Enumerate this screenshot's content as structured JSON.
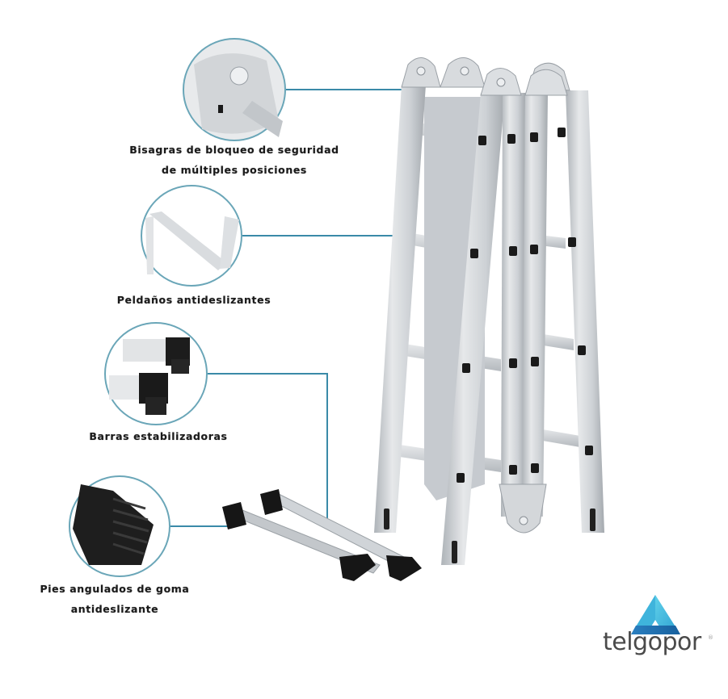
{
  "product": {
    "name": "Aluminum multi-position folding ladder",
    "material_color": "#c8ccd0"
  },
  "callouts": [
    {
      "id": "hinges",
      "label_line1": "Bisagras de bloqueo de seguridad",
      "label_line2": "de múltiples posiciones",
      "detail": "locking-hinge"
    },
    {
      "id": "rungs",
      "label_line1": "Peldaños antideslizantes",
      "detail": "rung"
    },
    {
      "id": "stabilizers",
      "label_line1": "Barras estabilizadoras",
      "detail": "stabilizer-bar-end-caps"
    },
    {
      "id": "feet",
      "label_line1": "Pies angulados de goma",
      "label_line2": "antideslizante",
      "detail": "rubber-foot"
    }
  ],
  "colors": {
    "callout_line": "#3a8aa8",
    "callout_circle": "#6aa6b8",
    "logo_light": "#4fc3e0",
    "logo_dark": "#1e73b8",
    "text": "#1a1a1a",
    "logo_text": "#4a4a4a"
  },
  "brand": {
    "name": "telgopor",
    "registered": "®"
  }
}
